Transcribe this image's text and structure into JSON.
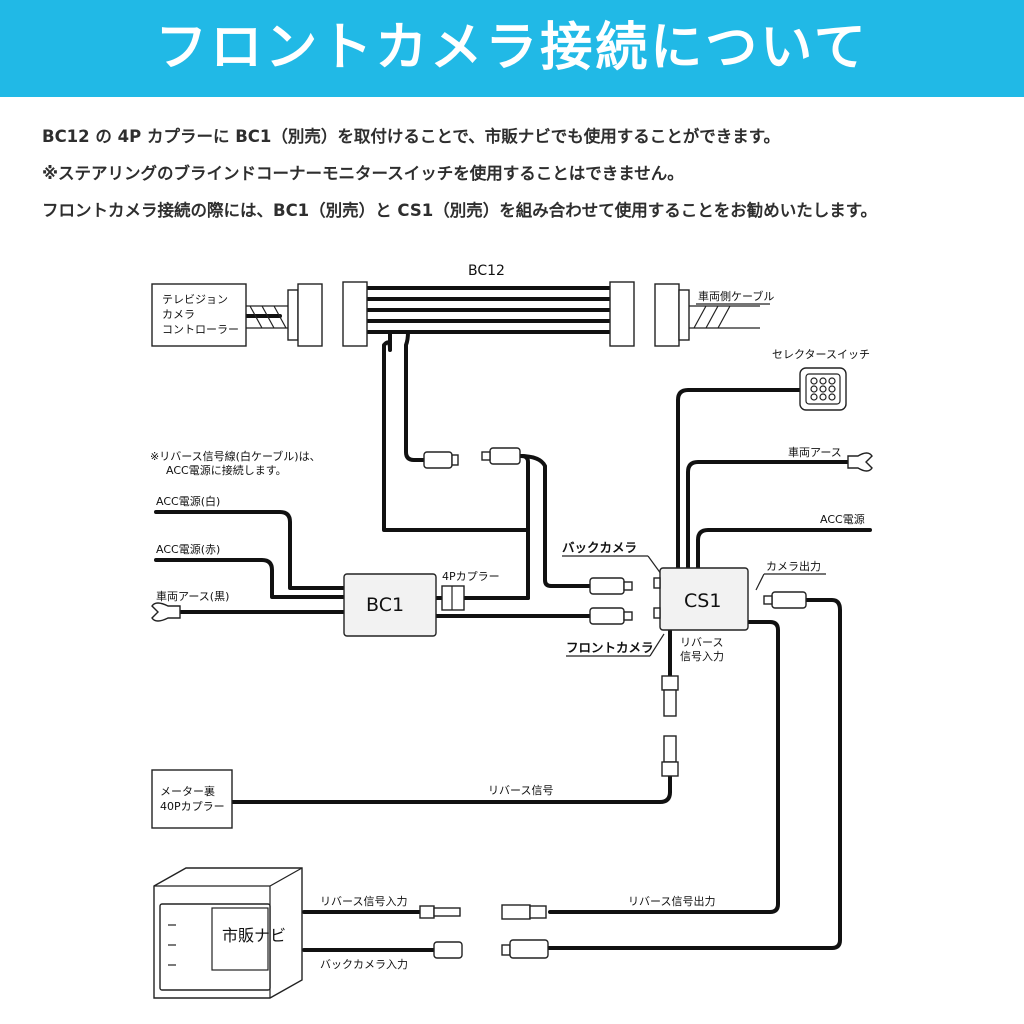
{
  "header": {
    "title": "フロントカメラ接続について"
  },
  "notes": [
    "BC12 の 4P カプラーに BC1（別売）を取付けることで、市販ナビでも使用することができます。",
    "※ステアリングのブラインドコーナーモニタースイッチを使用することはできません。",
    "フロントカメラ接続の際には、BC1（別売）と CS1（別売）を組み合わせて使用することをお勧めいたします。"
  ],
  "diagram": {
    "bc12": "BC12",
    "tv_controller": [
      "テレビジョン",
      "カメラ",
      "コントローラー"
    ],
    "vehicle_cable": "車両側ケーブル",
    "selector_switch": "セレクタースイッチ",
    "vehicle_ground": "車両アース",
    "acc_power": "ACC電源",
    "reverse_note": [
      "※リバース信号線(白ケーブル)は、",
      "ACC電源に接続します。"
    ],
    "acc_white": "ACC電源(白)",
    "acc_red": "ACC電源(赤)",
    "ground_black": "車両アース(黒)",
    "bc1": "BC1",
    "coupler_4p": "4Pカプラー",
    "back_camera": "バックカメラ",
    "front_camera": "フロントカメラ",
    "cs1": "CS1",
    "camera_output": "カメラ出力",
    "reverse_signal_input": [
      "リバース",
      "信号入力"
    ],
    "meter_coupler": [
      "メーター裏",
      "40Pカプラー"
    ],
    "reverse_signal": "リバース信号",
    "reverse_signal_output": "リバース信号出力",
    "navi": "市販ナビ",
    "navi_reverse_input": "リバース信号入力",
    "navi_back_camera_input": "バックカメラ入力"
  }
}
